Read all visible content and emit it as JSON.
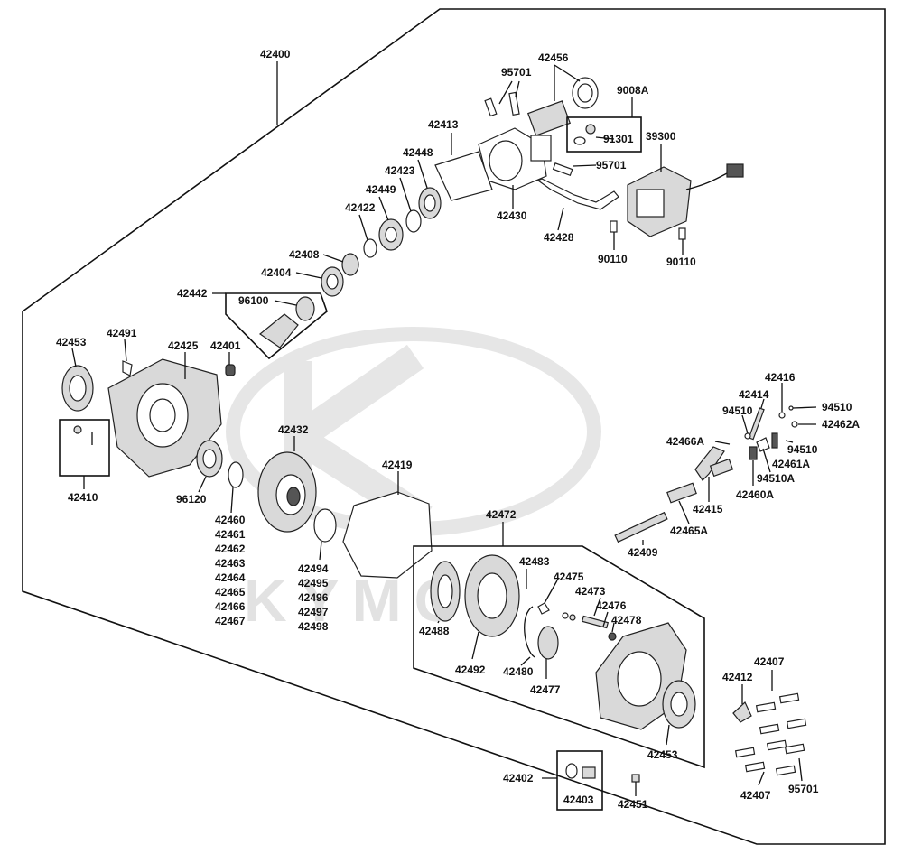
{
  "watermark": {
    "brand_text": "KYMCO"
  },
  "labels": {
    "l42400": "42400",
    "l95701a": "95701",
    "l42456": "42456",
    "l9008A": "9008A",
    "l91301": "91301",
    "l39300": "39300",
    "l95701b": "95701",
    "l42413": "42413",
    "l42448": "42448",
    "l42423": "42423",
    "l42449": "42449",
    "l42422": "42422",
    "l42430": "42430",
    "l42428": "42428",
    "l90110a": "90110",
    "l90110b": "90110",
    "l42408": "42408",
    "l42404": "42404",
    "l42442": "42442",
    "l96100": "96100",
    "l42453a": "42453",
    "l42491": "42491",
    "l42425": "42425",
    "l42401": "42401",
    "l42410": "42410",
    "l96120": "96120",
    "l42432": "42432",
    "l42419": "42419",
    "l42460": "42460",
    "l42461": "42461",
    "l42462": "42462",
    "l42463": "42463",
    "l42464": "42464",
    "l42465": "42465",
    "l42466": "42466",
    "l42467": "42467",
    "l42494": "42494",
    "l42495": "42495",
    "l42496": "42496",
    "l42497": "42497",
    "l42498": "42498",
    "l42472": "42472",
    "l42483": "42483",
    "l42475": "42475",
    "l42473": "42473",
    "l42476": "42476",
    "l42478": "42478",
    "l42488": "42488",
    "l42492": "42492",
    "l42480": "42480",
    "l42477": "42477",
    "l42453b": "42453",
    "l42416": "42416",
    "l42414": "42414",
    "l94510a": "94510",
    "l94510b": "94510",
    "l42462A": "42462A",
    "l42466A": "42466A",
    "l94510c": "94510",
    "l42461A": "42461A",
    "l94510A": "94510A",
    "l42460A": "42460A",
    "l42415": "42415",
    "l42465A": "42465A",
    "l42409": "42409",
    "l42407a": "42407",
    "l42412": "42412",
    "l42407b": "42407",
    "l95701c": "95701",
    "l42402": "42402",
    "l42403": "42403",
    "l42451": "42451"
  }
}
